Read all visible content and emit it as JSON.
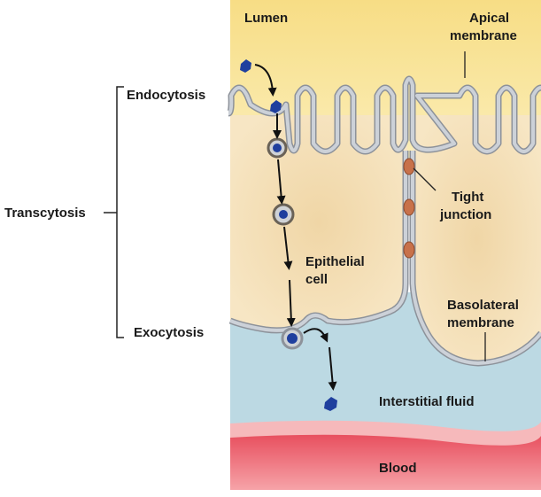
{
  "labels": {
    "lumen": "Lumen",
    "apical_1": "Apical",
    "apical_2": "membrane",
    "endocytosis": "Endocytosis",
    "transcytosis": "Transcytosis",
    "exocytosis": "Exocytosis",
    "epithelial_1": "Epithelial",
    "epithelial_2": "cell",
    "tight_1": "Tight",
    "tight_2": "junction",
    "basolateral_1": "Basolateral",
    "basolateral_2": "membrane",
    "interstitial": "Interstitial fluid",
    "blood": "Blood"
  },
  "colors": {
    "lumen": "#f8e49a",
    "cell": "#f3deb3",
    "interstitial": "#bcd9e3",
    "blood": "#ec6a78",
    "membrane": "#c6cbd3",
    "molecule": "#1f3f9e",
    "tight_junction": "#c8714a"
  }
}
